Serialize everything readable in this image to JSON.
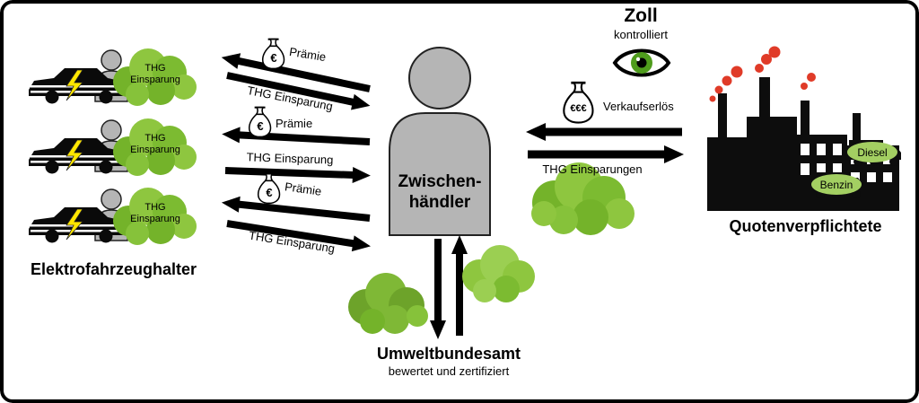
{
  "left": {
    "label": "Elektrofahrzeughalter",
    "cloud": {
      "line1": "THG",
      "line2": "Einsparung"
    }
  },
  "exchange_left": {
    "euro": "€",
    "premium": "Prämie",
    "thg": "THG Einsparung"
  },
  "center": {
    "line1": "Zwischen-",
    "line2": "händler"
  },
  "customs": {
    "title": "Zoll",
    "subtitle": "kontrolliert"
  },
  "exchange_right": {
    "euros": "€€€",
    "proceeds": "Verkaufserlös",
    "thg": "THG Einsparungen"
  },
  "right": {
    "label": "Quotenverpflichtete",
    "fuel_labels": [
      "Diesel",
      "Benzin"
    ]
  },
  "authority": {
    "title": "Umweltbundesamt",
    "subtitle": "bewertet und zertifiziert"
  },
  "colors": {
    "cloud_green_dark": "#74b32a",
    "cloud_green_light": "#8ec63f",
    "person_gray": "#b5b5b5",
    "smoke_red": "#e03b28",
    "bolt_yellow": "#ffe600",
    "fuel_oval_green": "#a3cf62",
    "eye_iris_green": "#4f9c1d"
  }
}
